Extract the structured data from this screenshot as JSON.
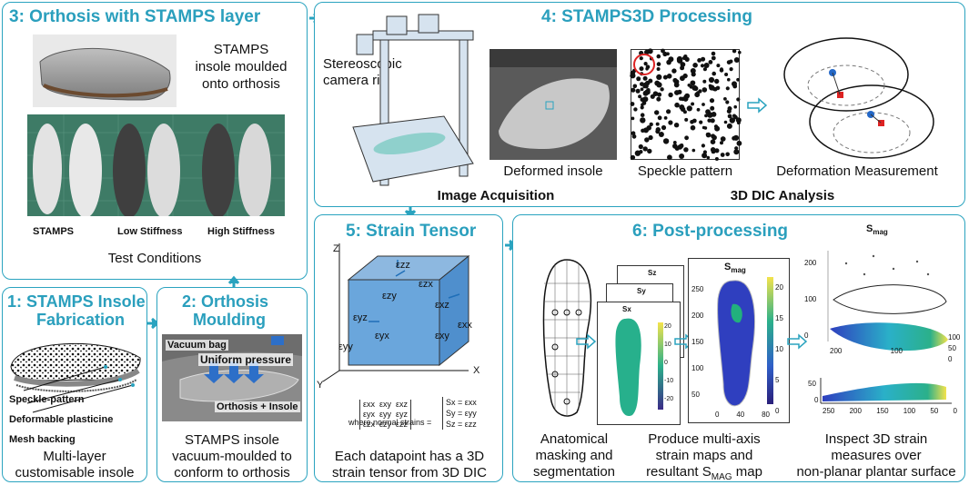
{
  "panels": {
    "p1": {
      "title_line1": "1: STAMPS Insole",
      "title_line2": "Fabrication",
      "caption_line1": "Multi-layer",
      "caption_line2": "customisable insole",
      "labels": [
        "Speckle-pattern",
        "Deformable plasticine",
        "Mesh backing"
      ]
    },
    "p2": {
      "title_line1": "2: Orthosis",
      "title_line2": "Moulding",
      "caption_line1": "STAMPS insole",
      "caption_line2": "vacuum-moulded to",
      "caption_line3": "conform to orthosis",
      "labels": {
        "vacuum": "Vacuum bag",
        "pressure": "Uniform pressure",
        "orthosis": "Orthosis + Insole"
      }
    },
    "p3": {
      "title": "3: Orthosis with STAMPS layer",
      "desc_line1": "STAMPS",
      "desc_line2": "insole moulded",
      "desc_line3": "onto orthosis",
      "conditions": [
        "STAMPS",
        "Low Stiffness",
        "High Stiffness"
      ],
      "caption": "Test Conditions"
    },
    "p4": {
      "title": "4: STAMPS3D Processing",
      "rig_line1": "Stereoscopic",
      "rig_line2": "camera rig",
      "deformed": "Deformed insole",
      "speckle": "Speckle pattern",
      "deformation": "Deformation Measurement",
      "acquisition": "Image Acquisition",
      "dic": "3D DIC Analysis"
    },
    "p5": {
      "title": "5: Strain Tensor",
      "caption_line1": "Each datapoint has a 3D",
      "caption_line2": "strain tensor from 3D DIC",
      "axes": {
        "z": "Z",
        "x": "X",
        "y": "Y"
      },
      "eps": {
        "zz": "εzz",
        "zy": "εzy",
        "zx": "εzx",
        "yz": "εyz",
        "xz": "εxz",
        "xx": "εxx",
        "yy": "εyy",
        "yx": "εyx",
        "xy": "εxy"
      },
      "matrix": [
        "εxx  εxy  εxz",
        "εyx  εyy  εyz",
        "εzx  εzy  εzz"
      ],
      "normal_label": "where normal strains =",
      "normals": [
        "Sx = εxx",
        "Sy = εyy",
        "Sz = εzz"
      ]
    },
    "p6": {
      "title": "6: Post-processing",
      "cap1_line1": "Anatomical",
      "cap1_line2": "masking and",
      "cap1_line3": "segmentation",
      "cap2_line1": "Produce multi-axis",
      "cap2_line2": "strain maps and",
      "cap2_line3": "resultant S",
      "cap2_sub": "MAG",
      "cap2_tail": " map",
      "cap3_line1": "Inspect 3D strain",
      "cap3_line2": "measures over",
      "cap3_line3": "non-planar plantar surface",
      "smag_main": "S",
      "smag_sub": "mag",
      "map_labels": {
        "sz": "Sz",
        "sy": "Sy",
        "sx": "Sx"
      },
      "sx_ticks_y": [
        "20",
        "10",
        "0",
        "-10",
        "-20"
      ],
      "smag_ticks_y": [
        "20",
        "15",
        "10",
        "5",
        "0"
      ],
      "map_y_ticks": [
        "250",
        "200",
        "150",
        "100",
        "50"
      ],
      "map_x_ticks": [
        "0",
        "40",
        "80"
      ],
      "plot3d_z": [
        "200",
        "100",
        "0"
      ],
      "plot3d_x": [
        "200",
        "100"
      ],
      "plot3d_right": [
        "100",
        "50",
        "0"
      ],
      "plot3d_side_y": "50",
      "plot3d_side_x": [
        "250",
        "200",
        "150",
        "100",
        "50",
        "0"
      ],
      "plot3d_side_y2": "0"
    }
  },
  "colors": {
    "accent": "#2aa3bf",
    "cube": "#5b9bd5",
    "map_blue": "#2f3fbf",
    "map_green": "#22b07d"
  }
}
